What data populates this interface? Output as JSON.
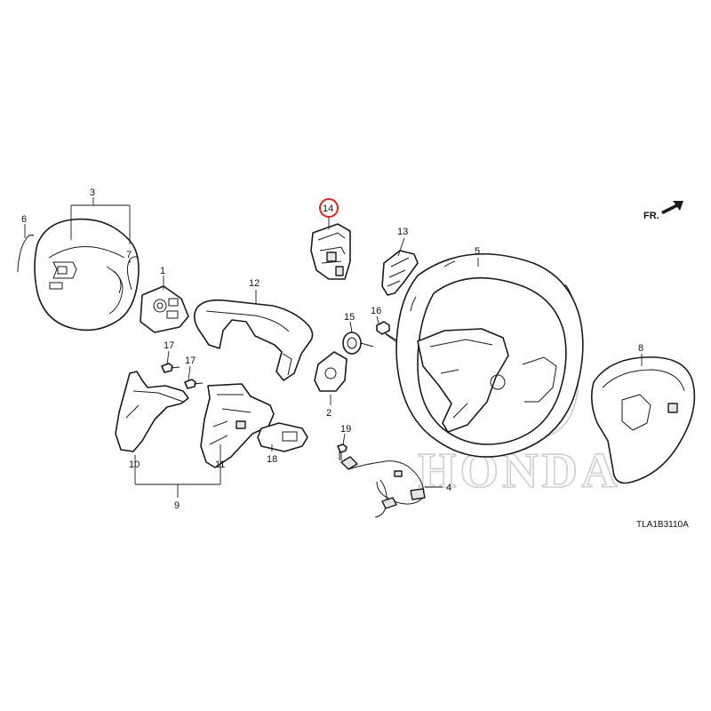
{
  "diagram": {
    "code": "TLA1B3110A",
    "front_label": "FR.",
    "highlighted_callout": "14",
    "watermark": "HONDA",
    "callouts": [
      "1",
      "2",
      "3",
      "4",
      "5",
      "6",
      "7",
      "8",
      "9",
      "10",
      "11",
      "12",
      "13",
      "14",
      "15",
      "16",
      "17",
      "17",
      "18",
      "19"
    ],
    "colors": {
      "highlight": "#e0241b",
      "line": "#1a1a1a",
      "watermark": "#cfcfcf"
    }
  }
}
